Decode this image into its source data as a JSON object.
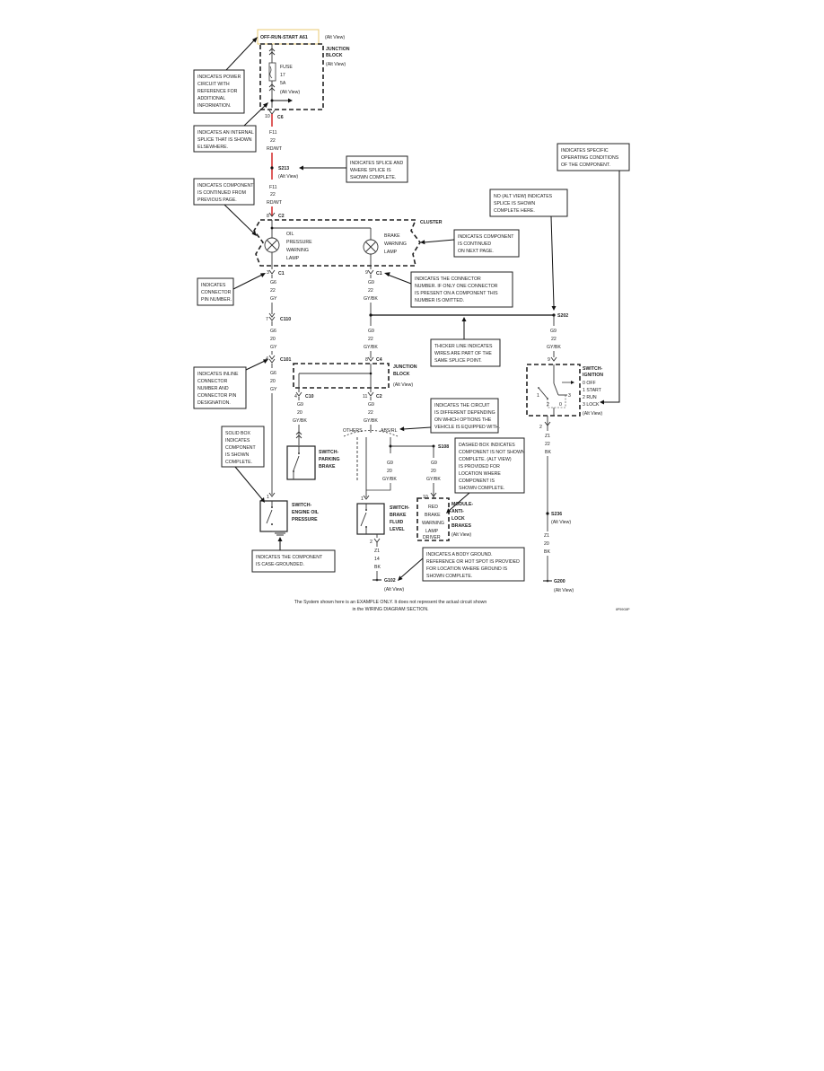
{
  "colors": {
    "wire": "#333333",
    "highlight_wire": "#d01818",
    "hotbox": "#e8c870"
  },
  "footer": {
    "line1": "The System shown here is an EXAMPLE ONLY.  It does not represent the actual circuit shown",
    "line2": "in the WIRING DIAGRAM SECTION.",
    "code": "8P59G8P"
  },
  "labels": {
    "off_run_start": "OFF-RUN-START A61",
    "alt_view": "(Alt View)",
    "junction_block_1": "JUNCTION",
    "junction_block_2": "BLOCK",
    "fuse": "FUSE",
    "fuse_num": "17",
    "fuse_amp": "5A",
    "c6_pin": "10",
    "c6": "C6",
    "f11": "F11",
    "g22": "22",
    "rdwt": "RD/WT",
    "s213": "S213",
    "c2": "C2",
    "c2_pin": "8",
    "cluster": "CLUSTER",
    "oil_lamp": [
      "OIL",
      "PRESSURE",
      "WARNING",
      "LAMP"
    ],
    "brake_lamp": [
      "BRAKE",
      "WARNING",
      "LAMP"
    ],
    "c1": "C1",
    "pin3": "3",
    "pin9": "9",
    "g6": "G6",
    "g9": "G9",
    "gy": "GY",
    "gybk": "GY/BK",
    "pin7": "7",
    "c110": "C110",
    "g20": "20",
    "pin4": "4",
    "c101": "C101",
    "c4": "C4",
    "pin8": "8",
    "c10": "C10",
    "c10_pin": "4",
    "c2_b": "C2",
    "c2_b_pin": "11",
    "s202": "S202",
    "switch_ignition": [
      "SWITCH-",
      "IGNITION"
    ],
    "ign_positions": [
      "0 OFF",
      "1 START",
      "2 RUN",
      "3 LOCK"
    ],
    "ign_contacts": [
      "1",
      "2",
      "0",
      "3"
    ],
    "others": "OTHERS",
    "abs_rl": "ABS/RL",
    "s108": "S108",
    "switch_parking": [
      "SWITCH-",
      "PARKING",
      "BRAKE"
    ],
    "switch_oil": [
      "SWITCH-",
      "ENGINE OIL",
      "PRESSURE"
    ],
    "switch_brake_fluid": [
      "SWITCH-",
      "BRAKE",
      "FLUID",
      "LEVEL"
    ],
    "abs_module": [
      "MODULE-",
      "ANTI-",
      "LOCK",
      "BRAKES"
    ],
    "abs_inner": [
      "RED",
      "BRAKE",
      "WARNING",
      "LAMP",
      "DRIVER"
    ],
    "pin1": "1",
    "pin2": "2",
    "pin10": "10",
    "z1": "Z1",
    "g14": "14",
    "bk": "BK",
    "g102": "G102",
    "s236": "S236",
    "g200": "G200"
  },
  "callouts": {
    "power": [
      "INDICATES POWER",
      "CIRCUIT WITH",
      "REFERENCE FOR",
      "ADDITIONAL",
      "INFORMATION."
    ],
    "internal_splice": [
      "INDICATES AN INTERNAL",
      "SPLICE THAT IS SHOWN",
      "ELSEWHERE."
    ],
    "splice_complete": [
      "INDICATES SPLICE AND",
      "WHERE SPLICE IS",
      "SHOWN COMPLETE."
    ],
    "continued_from": [
      "INDICATES COMPONENT",
      "IS CONTINUED FROM",
      "PREVIOUS PAGE."
    ],
    "specific_conditions": [
      "INDICATES SPECIFIC",
      "OPERATING CONDITIONS",
      "OF THE COMPONENT."
    ],
    "no_alt_view": [
      "NO (ALT VIEW) INDICATES",
      "SPLICE IS SHOWN",
      "COMPLETE HERE."
    ],
    "continued_next": [
      "INDICATES COMPONENT",
      "IS CONTINUED",
      "ON NEXT PAGE."
    ],
    "connector_pin": [
      "INDICATES",
      "CONNECTOR",
      "PIN NUMBER."
    ],
    "connector_number": [
      "INDICATES THE CONNECTOR",
      "NUMBER. IF ONLY ONE CONNECTOR",
      "IS PRESENT ON A COMPONENT THIS",
      "NUMBER IS OMITTED."
    ],
    "thicker_line": [
      "THICKER LINE INDICATES",
      "WIRES ARE PART OF THE",
      "SAME SPLICE POINT."
    ],
    "inline_connector": [
      "INDICATES INLINE",
      "CONNECTOR",
      "NUMBER AND",
      "CONNECTOR PIN",
      "DESIGNATION."
    ],
    "circuit_different": [
      "INDICATES THE CIRCUIT",
      "IS DIFFERENT DEPENDING",
      "ON WHICH OPTIONS THE",
      "VEHICLE IS EQUIPPED WITH."
    ],
    "solid_box": [
      "SOLID BOX",
      "INDICATES",
      "COMPONENT",
      "IS SHOWN",
      "COMPLETE."
    ],
    "dashed_box": [
      "DASHED BOX INDICATES",
      "COMPONENT IS NOT SHOWN",
      "COMPLETE. (ALT VIEW)",
      "IS PROVIDED FOR",
      "LOCATION WHERE",
      "COMPONENT IS",
      "SHOWN COMPLETE."
    ],
    "case_grounded": [
      "INDICATES THE COMPONENT",
      "IS CASE-GROUNDED."
    ],
    "body_ground": [
      "INDICATES A BODY GROUND.",
      "REFERENCE OR HOT SPOT IS PROVIDED",
      "FOR LOCATION WHERE GROUND IS",
      "SHOWN COMPLETE."
    ]
  }
}
